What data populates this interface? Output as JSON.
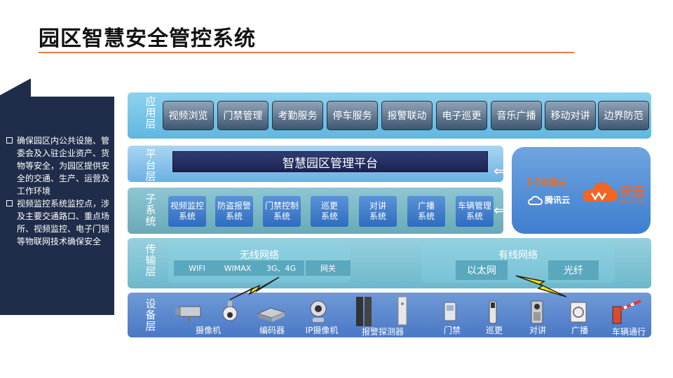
{
  "title": "园区智慧安全管控系统",
  "note": {
    "items": [
      "确保园区内公共设施、管委会及入驻企业资产、货物等安全，为园区提供安全的交通、生产、运营及工作环境",
      "视频监控系统监控点，涉及主要交通路口、重点场所、视频监控、电子门锁等物联网技术确保安全"
    ]
  },
  "layers": {
    "app": "应用层",
    "platform": "平台层",
    "subsystem": "子系统",
    "transport": "传输层",
    "device": "设备层"
  },
  "apps": [
    "视频浏览",
    "门禁管理",
    "考勤服务",
    "停车服务",
    "报警联动",
    "电子巡更",
    "音乐广播",
    "移动对讲",
    "边界防范"
  ],
  "platform_name": "智慧园区管理平台",
  "subsystems": [
    [
      "视频监控",
      "系统"
    ],
    [
      "防盗报警",
      "系统"
    ],
    [
      "门禁控制",
      "系统"
    ],
    [
      "巡更",
      "系统"
    ],
    [
      "对讲",
      "系统"
    ],
    [
      "广播",
      "系统"
    ],
    [
      "车辆管理",
      "系统"
    ]
  ],
  "cloud": {
    "aliyun": "阿里云",
    "tencent": "腾讯云",
    "woyun": "沃云",
    "woyun_en": "WoCloud",
    "colors": {
      "aliyun": "#ff6a00",
      "tencent": "#ffffff",
      "woyun": "#f26522"
    }
  },
  "network": {
    "wireless": {
      "title": "无线网络",
      "tags": [
        "WIFI",
        "WIMAX",
        "3G、4G",
        "网关"
      ]
    },
    "wired": {
      "title": "有线网络",
      "tags": [
        "以太网",
        "光纤"
      ]
    }
  },
  "devices": [
    "摄像机",
    "编码器",
    "IP摄像机",
    "报警探测器",
    "门禁",
    "巡更",
    "对讲",
    "广播",
    "车辆通行"
  ],
  "icons": [
    "camera-icon",
    "encoder-icon",
    "ip-camera-icon",
    "alarm-detector-icon",
    "door-access-icon",
    "patrol-icon",
    "intercom-icon",
    "broadcast-icon",
    "vehicle-gate-icon"
  ]
}
